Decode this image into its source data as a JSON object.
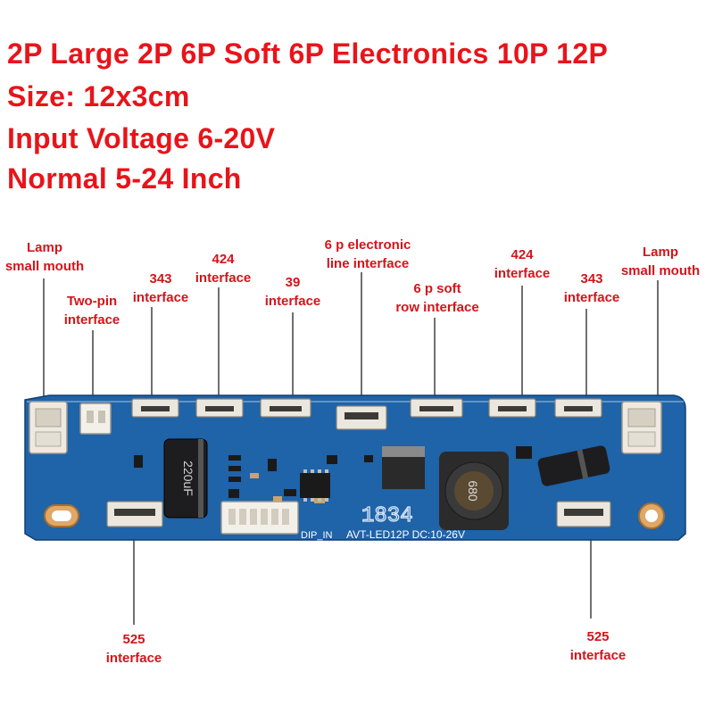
{
  "specs": {
    "line1": "2P Large 2P 6P Soft 6P Electronics 10P 12P",
    "line2": "Size: 12x3cm",
    "line3": "Input Voltage 6-20V",
    "line4": "Normal 5-24 Inch"
  },
  "labels": {
    "lamp_left": [
      "Lamp",
      "small mouth"
    ],
    "two_pin": [
      "Two-pin",
      "interface"
    ],
    "i343_left": [
      "343",
      "interface"
    ],
    "i424_left": [
      "424",
      "interface"
    ],
    "i39": [
      "39",
      "interface"
    ],
    "electronic6p": [
      "6 p electronic",
      "line interface"
    ],
    "soft6p": [
      "6 p soft",
      "row interface"
    ],
    "i424_right": [
      "424",
      "interface"
    ],
    "i343_right": [
      "343",
      "interface"
    ],
    "lamp_right": [
      "Lamp",
      "small mouth"
    ],
    "i525_left": [
      "525",
      "interface"
    ],
    "i525_right": [
      "525",
      "interface"
    ]
  },
  "board_text": {
    "model": "AVT-LED12P DC:10-26V",
    "number": "1834",
    "cap": "220uF",
    "inductor": "680",
    "dip": "DIP_IN"
  },
  "colors": {
    "pcb": "#1f63a8",
    "label": "#d4141a",
    "spec": "#e8141a"
  }
}
